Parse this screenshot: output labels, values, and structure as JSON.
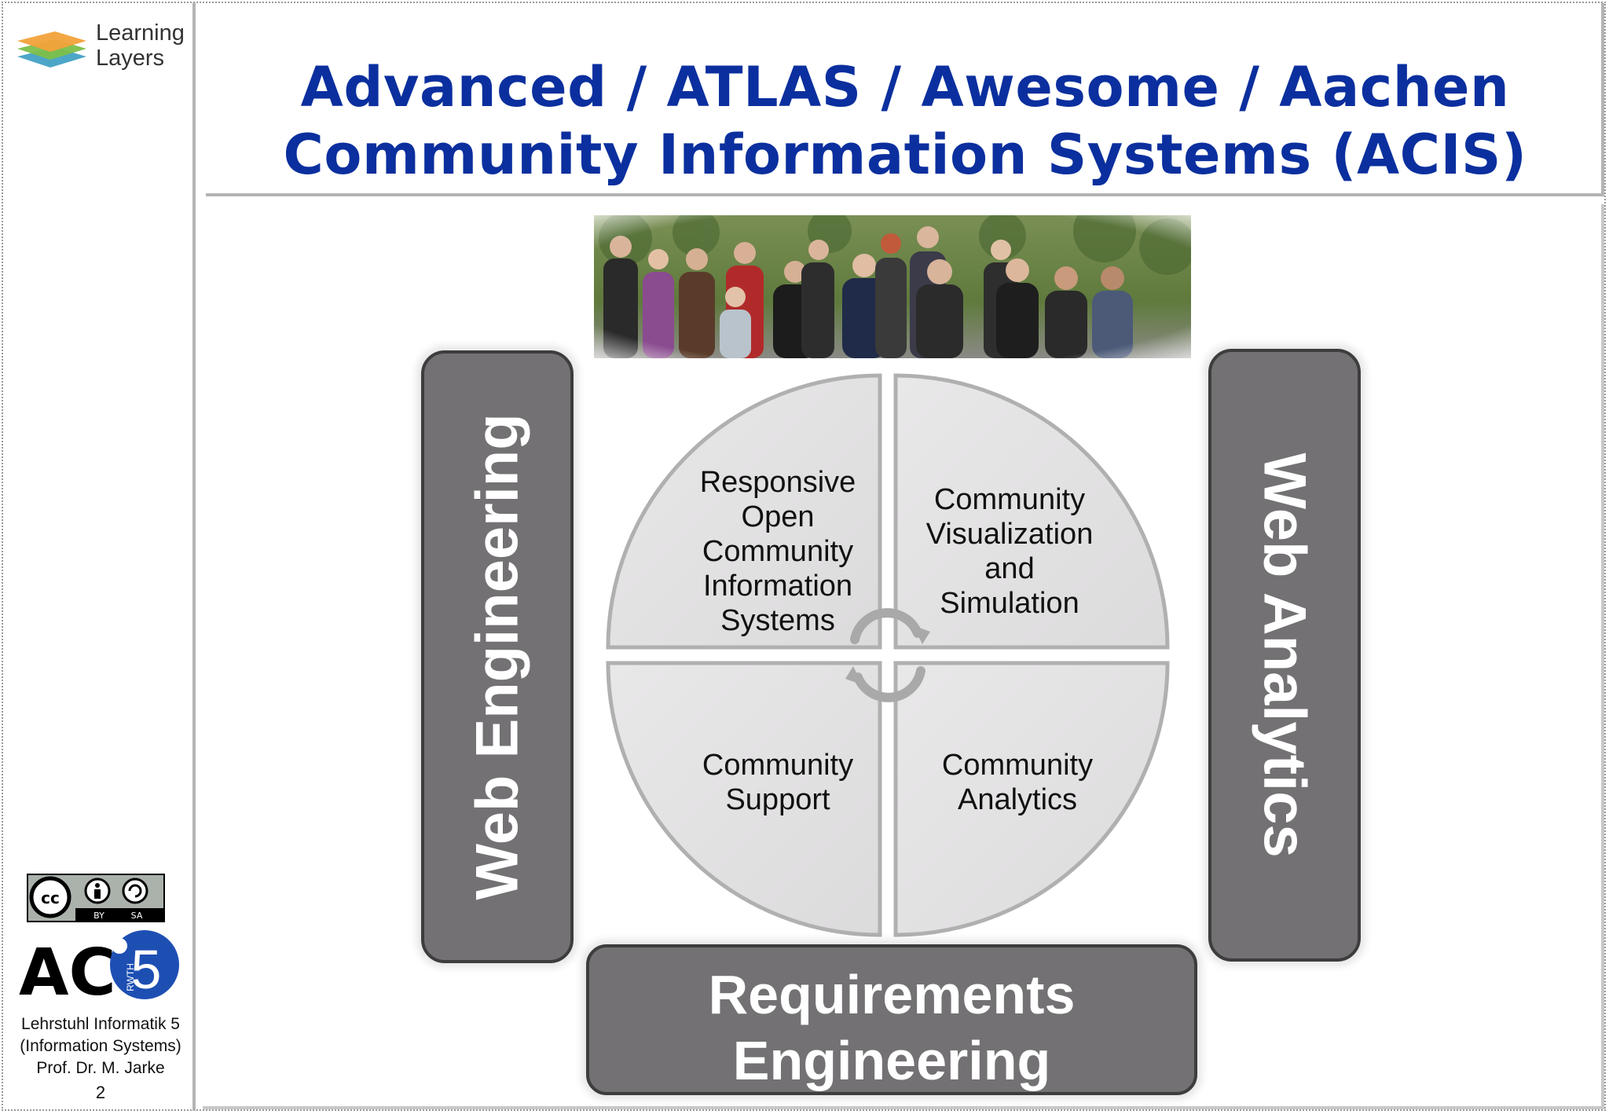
{
  "logo": {
    "line1": "Learning",
    "line2": "Layers"
  },
  "title": {
    "line1": "Advanced / ATLAS / Awesome / Aachen",
    "line2": "Community Information Systems (ACIS)"
  },
  "pillars": {
    "left": "Web Engineering",
    "right": "Web Analytics",
    "bottom_line1": "Requirements",
    "bottom_line2": "Engineering"
  },
  "quadrants": {
    "top_left": [
      "Responsive",
      "Open",
      "Community",
      "Information",
      "Systems"
    ],
    "top_right": [
      "Community",
      "Visualization",
      "and",
      "Simulation"
    ],
    "bottom_left": [
      "Community",
      "Support"
    ],
    "bottom_right": [
      "Community",
      "Analytics"
    ]
  },
  "license": {
    "by": "BY",
    "sa": "SA"
  },
  "acis_logo": {
    "letters": "AC",
    "digit": "5",
    "rwth": "RWTH"
  },
  "chair": {
    "line1": "Lehrstuhl Informatik 5",
    "line2": "(Information Systems)",
    "line3": "Prof. Dr. M. Jarke"
  },
  "slide_number": "2",
  "colors": {
    "title": "#0b2f9e",
    "pill": "#737173",
    "quadrant": "#e2e1e2"
  }
}
